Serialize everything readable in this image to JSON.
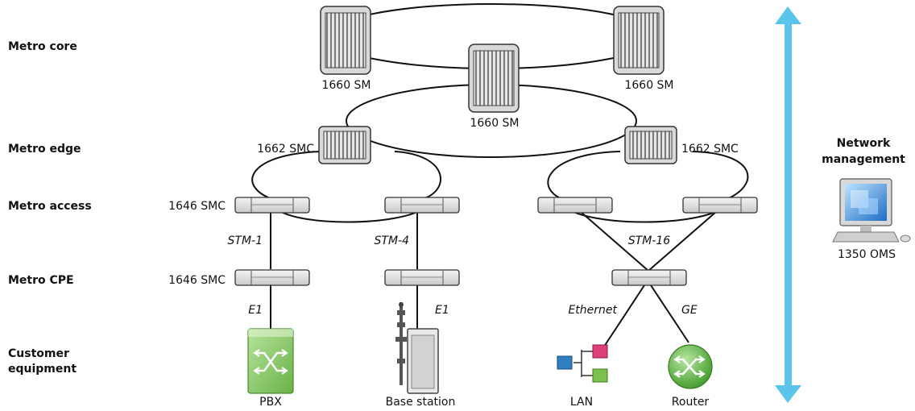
{
  "levels": {
    "core": "Metro core",
    "edge": "Metro edge",
    "access": "Metro access",
    "cpe": "Metro CPE",
    "customer_line1": "Customer",
    "customer_line2": "equipment"
  },
  "devices": {
    "sm_left": "1660 SM",
    "sm_right": "1660 SM",
    "sm_center": "1660 SM",
    "smc_edge_left": "1662 SMC",
    "smc_edge_right": "1662 SMC",
    "smc_access": "1646 SMC",
    "smc_cpe": "1646 SMC"
  },
  "links": {
    "stm1": "STM-1",
    "stm4": "STM-4",
    "stm16": "STM-16",
    "e1_left": "E1",
    "e1_right": "E1",
    "ethernet": "Ethernet",
    "ge": "GE"
  },
  "customer": {
    "pbx": "PBX",
    "base_station": "Base station",
    "lan": "LAN",
    "router": "Router"
  },
  "management": {
    "title_line1": "Network",
    "title_line2": "management",
    "oms": "1350 OMS"
  },
  "colors": {
    "arrow": "#5bc4ea",
    "pbx": "#8cc96a",
    "router": "#6cc04a",
    "lan_blue": "#2f7fc1",
    "lan_pink": "#e0407a",
    "lan_green": "#7cc04e",
    "monitor": "#2a7fd0"
  }
}
